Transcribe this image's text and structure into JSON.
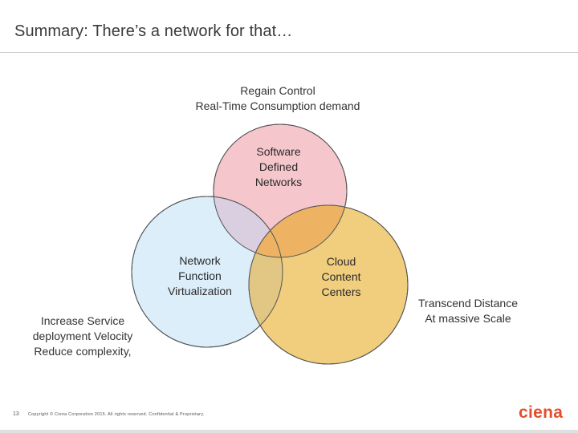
{
  "slide": {
    "title": "Summary: There’s a network for that…"
  },
  "top_annotation": {
    "lines": [
      "Regain Control",
      "Real-Time Consumption demand"
    ]
  },
  "left_annotation": {
    "lines": [
      "Increase Service",
      "deployment Velocity",
      "Reduce complexity,"
    ]
  },
  "right_annotation": {
    "lines": [
      "Transcend Distance",
      "At massive Scale"
    ]
  },
  "venn": {
    "sdn": {
      "lines": [
        "Software",
        "Defined",
        "Networks"
      ],
      "color": "#f5c6cc"
    },
    "nfv": {
      "lines": [
        "Network",
        "Function",
        "Virtualization"
      ],
      "color": "#d6ebf8"
    },
    "cloud": {
      "lines": [
        "Cloud",
        "Content",
        "Centers"
      ],
      "color": "#f0c970"
    }
  },
  "footer": {
    "page_number": "13",
    "copyright": "Copyright © Ciena Corporation 2015. All rights reserved. Confidential & Proprietary.",
    "logo_text": "ciena",
    "logo_color": "#e34f2b"
  }
}
